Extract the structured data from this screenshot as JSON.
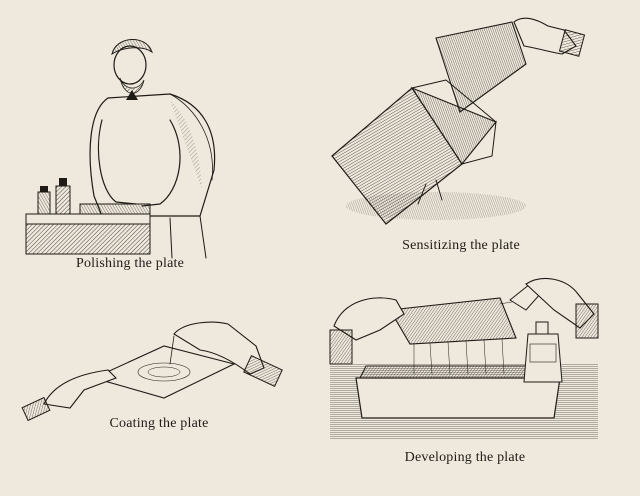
{
  "illustration": {
    "panels": [
      {
        "id": "polishing",
        "caption": "Polishing the plate"
      },
      {
        "id": "sensitizing",
        "caption": "Sensitizing the plate"
      },
      {
        "id": "coating",
        "caption": "Coating the plate"
      },
      {
        "id": "developing",
        "caption": "Developing the plate"
      }
    ]
  },
  "colors": {
    "paper": "#efe8dc",
    "ink": "#1e1b17"
  }
}
